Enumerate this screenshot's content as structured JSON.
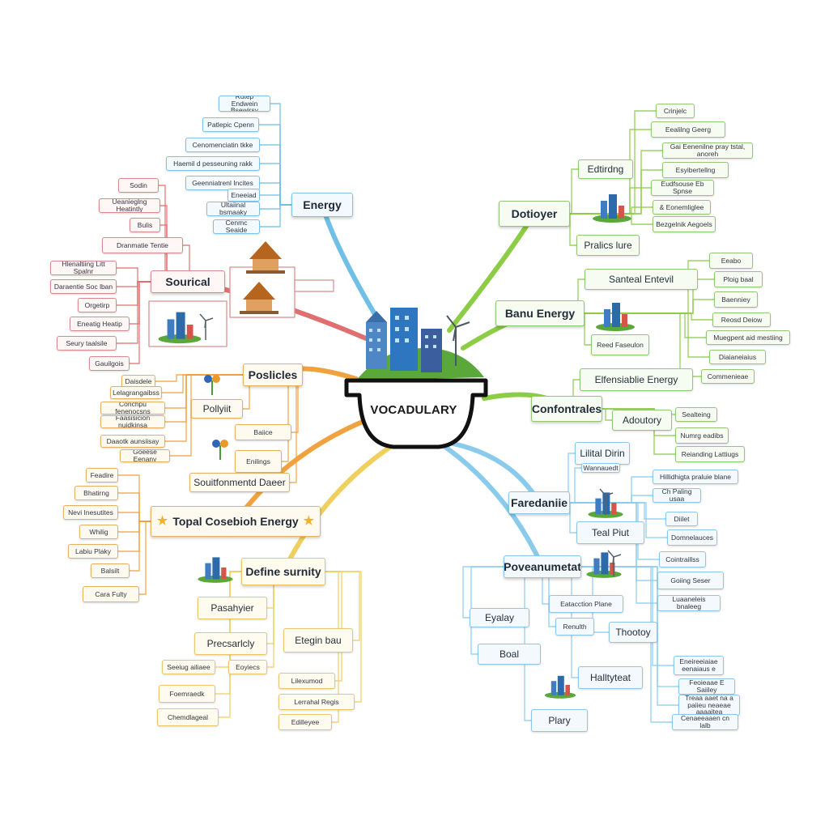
{
  "center": {
    "title": "VOCADULARY"
  },
  "branches": [
    {
      "label": "Energy",
      "color": "blue",
      "children": [
        {
          "label": "Rutep Endwein Bsewirsy"
        },
        {
          "label": "Patlepic Cpenn"
        },
        {
          "label": "Cenomenciatin tkke"
        },
        {
          "label": "Haemil d pesseuning rakk"
        },
        {
          "label": "Geenniatrenl Incites"
        },
        {
          "label": "Eneeiad"
        },
        {
          "label": "Ultaiinal bsmaaky"
        },
        {
          "label": "Cenmc Seaide"
        }
      ]
    },
    {
      "label": "Sourical",
      "color": "red",
      "children": [
        {
          "label": "Sodin"
        },
        {
          "label": "Ueanieglng Heatintly"
        },
        {
          "label": "Bulis"
        },
        {
          "label": "Dranmatie Tentie"
        },
        {
          "label": "Hlenaltiing Litt Spalnr"
        },
        {
          "label": "Daraentie Soc lban"
        },
        {
          "label": "Orgetirp"
        },
        {
          "label": "Eneatig Heatip"
        },
        {
          "label": "Seury taalsile"
        },
        {
          "label": "Gauilgois"
        }
      ]
    },
    {
      "label": "Poslicles",
      "color": "orange",
      "children": [
        {
          "label": "Pollyiit"
        },
        {
          "label": "Daisdele"
        },
        {
          "label": "Lelagrangaibss"
        },
        {
          "label": "Conchpu fenenocsns"
        },
        {
          "label": "Faasisicion nuidkinsa"
        },
        {
          "label": "Daaotk aunsiisay"
        },
        {
          "label": "Goeese Eenany"
        },
        {
          "label": "Baiice"
        },
        {
          "label": "Enilings"
        },
        {
          "label": "Souitfonmentd Daeer"
        }
      ]
    },
    {
      "label": "Topal Cosebioh Energy",
      "color": "orange",
      "children": [
        {
          "label": "Feadire"
        },
        {
          "label": "Bhatirng"
        },
        {
          "label": "Nevi Inesutites"
        },
        {
          "label": "Whilig"
        },
        {
          "label": "Labiu Plaky"
        },
        {
          "label": "Balsilt"
        },
        {
          "label": "Cara Fulty"
        }
      ]
    },
    {
      "label": "Define surnity",
      "color": "yellow",
      "children": [
        {
          "label": "Pasahyier"
        },
        {
          "label": "Precsarlcly"
        },
        {
          "label": "Etegin bau"
        },
        {
          "label": "Seeiug ailiaee"
        },
        {
          "label": "Eoyiecs"
        },
        {
          "label": "Foemraedk"
        },
        {
          "label": "Chemdlageal"
        },
        {
          "label": "Lilexumod"
        },
        {
          "label": "Lerrahal Regis"
        },
        {
          "label": "Edilleyee"
        }
      ]
    },
    {
      "label": "Dotioyer",
      "color": "green",
      "children": [
        {
          "label": "Edtirdng"
        },
        {
          "label": "Pralics lure"
        },
        {
          "label": "Crinjelc"
        },
        {
          "label": "Eealilng Geerg"
        },
        {
          "label": "Gai Eenenilne pray tstal, anoreh"
        },
        {
          "label": "Esyibertellng"
        },
        {
          "label": "Eudfsouse Eb Spnse"
        },
        {
          "label": "& Eonemliglee"
        },
        {
          "label": "Bezgelnik Aegoels"
        }
      ]
    },
    {
      "label": "Banu Energy",
      "color": "green",
      "children": [
        {
          "label": "Santeal Entevil"
        },
        {
          "label": "Reed Faseulon"
        },
        {
          "label": "Eeabo"
        },
        {
          "label": "Ploig baal"
        },
        {
          "label": "Baenniey"
        },
        {
          "label": "Reosd Deiow"
        },
        {
          "label": "Muegpent aid mestiing"
        },
        {
          "label": "Diaianeiaius"
        },
        {
          "label": "Commenieae"
        }
      ]
    },
    {
      "label": "Confontrales",
      "color": "green",
      "children": [
        {
          "label": "Elfensiablie Energy"
        },
        {
          "label": "Adoutory"
        },
        {
          "label": "Sealteing"
        },
        {
          "label": "Numrg eadibs"
        },
        {
          "label": "Reianding Lattiugs"
        }
      ]
    },
    {
      "label": "Faredaniie",
      "color": "sky",
      "children": [
        {
          "label": "Lilital Dirin"
        },
        {
          "label": "Wannauedt"
        },
        {
          "label": "Hillidhigta praluie blane"
        },
        {
          "label": "Ch Paling usaa"
        },
        {
          "label": "Teal Piut"
        },
        {
          "label": "Diilet"
        },
        {
          "label": "Domnelauces"
        },
        {
          "label": "Cointraillss"
        },
        {
          "label": "Goiing Seser"
        },
        {
          "label": "Luaaneleis bnaleeg"
        }
      ]
    },
    {
      "label": "Poveanumetat",
      "color": "sky",
      "children": [
        {
          "label": "Eyalay"
        },
        {
          "label": "Boal"
        },
        {
          "label": "Eatacction Plane"
        },
        {
          "label": "Renulth"
        },
        {
          "label": "Thootoy"
        },
        {
          "label": "Halltyteat"
        },
        {
          "label": "Plary"
        },
        {
          "label": "Eneireeiaiae eenaiaus e"
        },
        {
          "label": "Feoieaae E Saiiley"
        },
        {
          "label": "Treaa aaet na a paiieu neaeae aaaaitea"
        },
        {
          "label": "Cenaeeaaen cn lalb"
        }
      ]
    }
  ],
  "colors": {
    "blue": "#6fbfe6",
    "red": "#e07070",
    "orange": "#efa23e",
    "yellow": "#f0cf5e",
    "green": "#8dcc45",
    "sky": "#8acbec",
    "pot": "#111111",
    "grass": "#5aa83a"
  },
  "icons": [
    "city-skyline-icon",
    "wind-turbine-icon",
    "temple-icon",
    "greenhouse-icon",
    "solar-field-icon",
    "factory-icon",
    "flower-icon",
    "tree-icon",
    "star-icon"
  ]
}
